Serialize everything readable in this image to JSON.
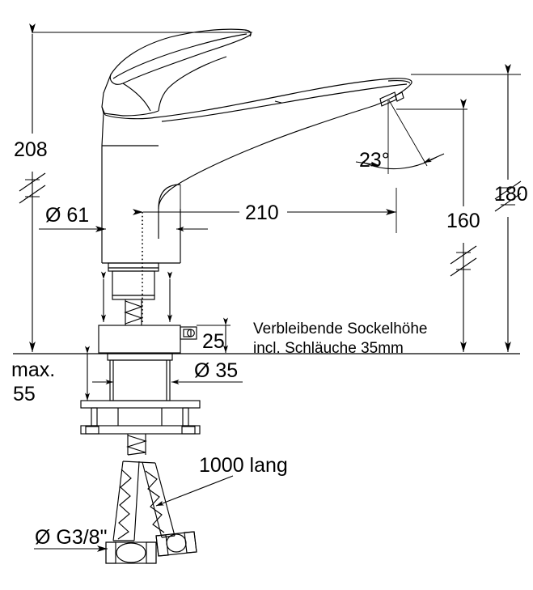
{
  "drawing": {
    "type": "technical-dimension-drawing",
    "subject": "single-lever kitchen mixer tap",
    "units": "mm",
    "line_color": "#000000",
    "background_color": "#ffffff"
  },
  "dimensions": {
    "total_height": "208",
    "body_diameter": "Ø 61",
    "spout_reach": "210",
    "spout_angle": "23°",
    "spout_height_inner": "160",
    "spout_height_outer": "180",
    "shank_height": "25",
    "shank_diameter": "Ø 35",
    "max_label": "max.",
    "max_value": "55",
    "hose_length": "1000 lang",
    "hose_thread": "Ø G3/8\""
  },
  "notes": {
    "line1": "Verbleibende Sockelhöhe",
    "line2": "incl. Schläuche 35mm"
  }
}
